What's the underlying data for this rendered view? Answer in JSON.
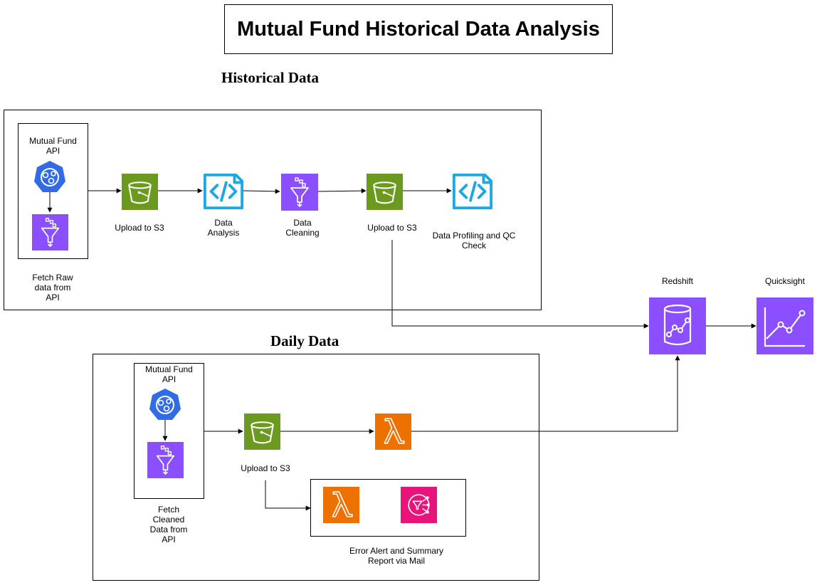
{
  "title": "Mutual Fund Historical Data Analysis",
  "historical": {
    "heading": "Historical Data",
    "source_label": "Mutual Fund\nAPI",
    "fetch_label": "Fetch Raw\ndata from\nAPI",
    "upload_1_label": "Upload to S3",
    "analysis_label": "Data\nAnalysis",
    "cleaning_label": "Data\nCleaning",
    "upload_2_label": "Upload to S3",
    "profiling_label": "Data Profiling and QC\nCheck"
  },
  "daily": {
    "heading": "Daily Data",
    "source_label": "Mutual Fund\nAPI",
    "fetch_label": "Fetch\nCleaned\nData from\nAPI",
    "upload_label": "Upload to S3",
    "alert_label": "Error Alert and Summary\nReport via Mail"
  },
  "redshift_label": "Redshift",
  "quicksight_label": "Quicksight",
  "colors": {
    "s3_green": "#6b9a1f",
    "code_blue": "#1ea7e1",
    "purple": "#8c4fff",
    "api_blue": "#326ce5",
    "lambda_orange": "#ed7100",
    "sns_pink": "#e7157b"
  },
  "icons": {
    "api": "kubernetes-api-icon",
    "s3": "s3-bucket-icon",
    "code": "code-file-icon",
    "filter": "data-funnel-icon",
    "lambda": "lambda-icon",
    "sns": "sns-notification-icon",
    "redshift": "redshift-icon",
    "quicksight": "quicksight-icon"
  }
}
